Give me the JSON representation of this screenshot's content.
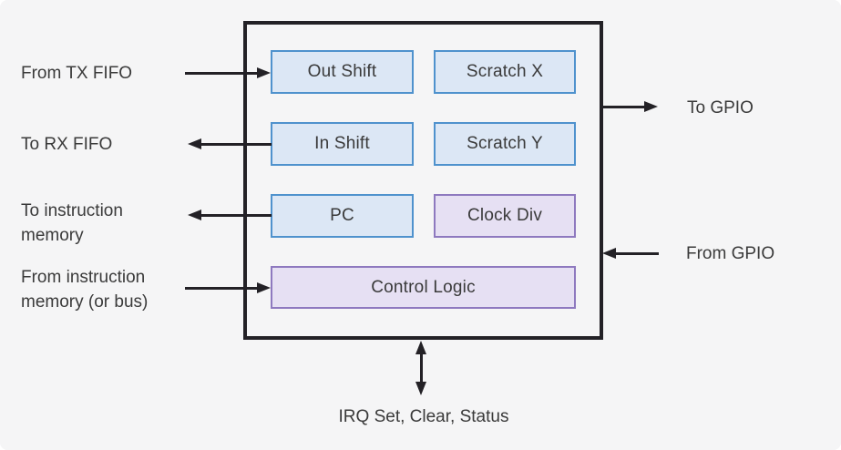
{
  "blocks": [
    {
      "label": "Out Shift",
      "style": "blue"
    },
    {
      "label": "Scratch X",
      "style": "blue"
    },
    {
      "label": "In Shift",
      "style": "blue"
    },
    {
      "label": "Scratch Y",
      "style": "blue"
    },
    {
      "label": "PC",
      "style": "blue"
    },
    {
      "label": "Clock Div",
      "style": "purple"
    },
    {
      "label": "Control Logic",
      "style": "purple"
    }
  ],
  "ports": {
    "from_tx_fifo": "From TX FIFO",
    "to_rx_fifo": "To RX FIFO",
    "to_instruction_memory": "To instruction memory",
    "from_instruction_memory": "From instruction memory (or bus)",
    "to_gpio": "To GPIO",
    "from_gpio": "From GPIO",
    "irq": "IRQ Set, Clear, Status"
  },
  "palette": {
    "background": "#f5f5f6",
    "outline_black": "#232126",
    "blue_block_fill": "#dce7f5",
    "blue_block_border": "#4f92cd",
    "purple_block_fill": "#e6e0f3",
    "purple_block_border": "#8e79bf",
    "text": "#3a3a3a"
  }
}
